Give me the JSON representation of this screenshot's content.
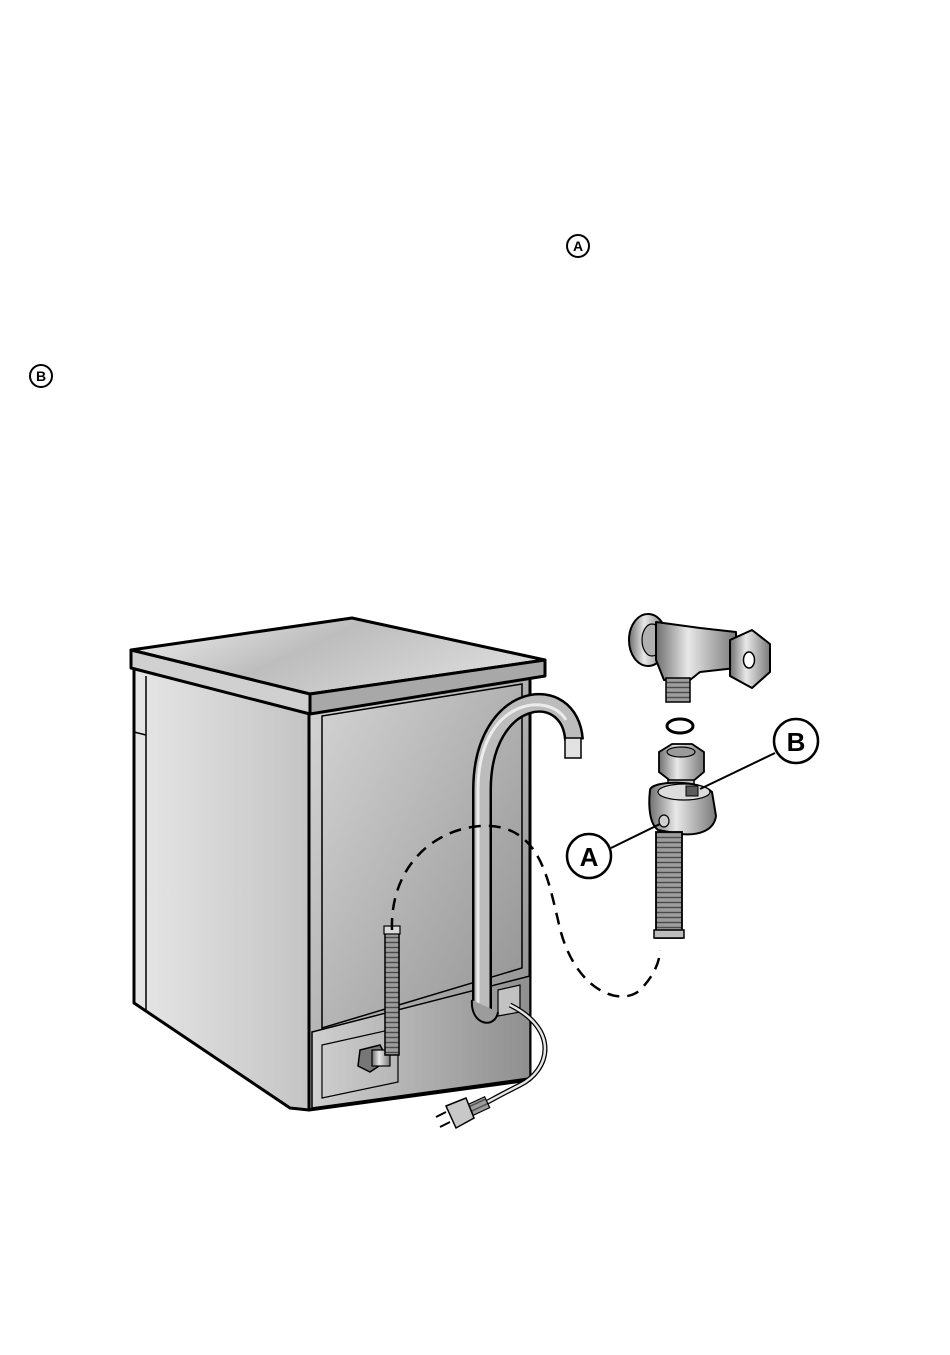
{
  "markers": {
    "a": "A",
    "b": "B"
  },
  "diagram": {
    "callout_a": "A",
    "callout_b": "B"
  },
  "colors": {
    "stroke": "#000000",
    "panel_light": "#e8e8e8",
    "panel_dark": "#9a9a9a"
  }
}
